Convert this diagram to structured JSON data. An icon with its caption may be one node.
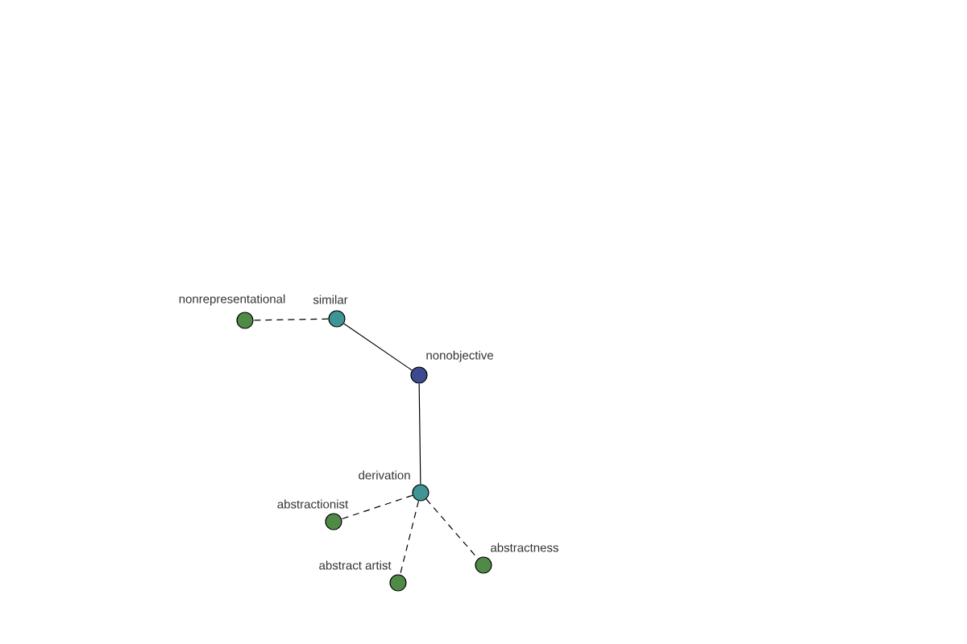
{
  "diagram": {
    "nodes": [
      {
        "text": [
          "nonrepresentational"
        ]
      },
      {
        "text": [
          "similar"
        ]
      },
      {
        "text": [
          "nonobjective"
        ]
      },
      {
        "text": [
          "derivation"
        ]
      },
      {
        "text": [
          "abstractionist"
        ]
      },
      {
        "text": [
          "abstract artist"
        ]
      },
      {
        "text": [
          "abstractness"
        ]
      }
    ],
    "edges": [
      {
        "from": 1,
        "to": 0,
        "arrow": "none",
        "style": "dashed"
      },
      {
        "from": 2,
        "to": 1,
        "arrow": "none"
      },
      {
        "from": 2,
        "to": 3,
        "arrow": "none"
      },
      {
        "from": 3,
        "to": 4,
        "arrow": "none",
        "style": "dashed"
      },
      {
        "from": 3,
        "to": 5,
        "arrow": "none",
        "style": "dashed"
      },
      {
        "from": 3,
        "to": 6,
        "arrow": "none",
        "style": "dashed"
      }
    ]
  }
}
